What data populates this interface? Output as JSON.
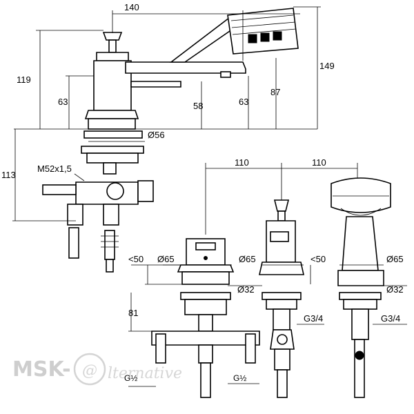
{
  "dimensions": {
    "spout_length": "140",
    "handshower_height": "149",
    "mixer_height": "119",
    "lever_height_left": "63",
    "outlet_height": "58",
    "outlet_height_right": "63",
    "hose_height": "87",
    "base_diameter": "Ø56",
    "below_deck": "113",
    "thread": "M52x1,5",
    "spacing_1": "110",
    "spacing_2": "110",
    "max_deck_left": "<50",
    "diameter_left": "Ø65",
    "diameter_mid": "Ø65",
    "max_deck_mid": "<50",
    "diameter_right": "Ø65",
    "hole_mid": "Ø32",
    "hole_right": "Ø32",
    "body_depth": "81",
    "conn_mid": "G3/4",
    "conn_right": "G3/4",
    "conn_left_1": "G½",
    "conn_left_2": "G½"
  },
  "watermark": {
    "brand": "MSK-",
    "mark": "@",
    "tail": "lternative"
  }
}
